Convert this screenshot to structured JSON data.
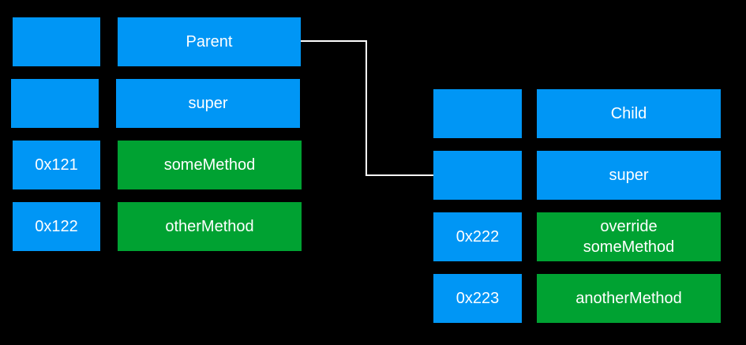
{
  "colors": {
    "background": "#000000",
    "class_box": "#0096F5",
    "method_box": "#00A232",
    "text": "#FFFFFF",
    "connector": "#FFFFFF"
  },
  "parent": {
    "rows": [
      {
        "addr": "",
        "name": "Parent"
      },
      {
        "addr": "",
        "name": "super"
      },
      {
        "addr": "0x121",
        "name": "someMethod"
      },
      {
        "addr": "0x122",
        "name": "otherMethod"
      }
    ]
  },
  "child": {
    "rows": [
      {
        "addr": "",
        "name": "Child"
      },
      {
        "addr": "",
        "name": "super"
      },
      {
        "addr": "0x222",
        "name": "override\nsomeMethod"
      },
      {
        "addr": "0x223",
        "name": "anotherMethod"
      }
    ]
  }
}
